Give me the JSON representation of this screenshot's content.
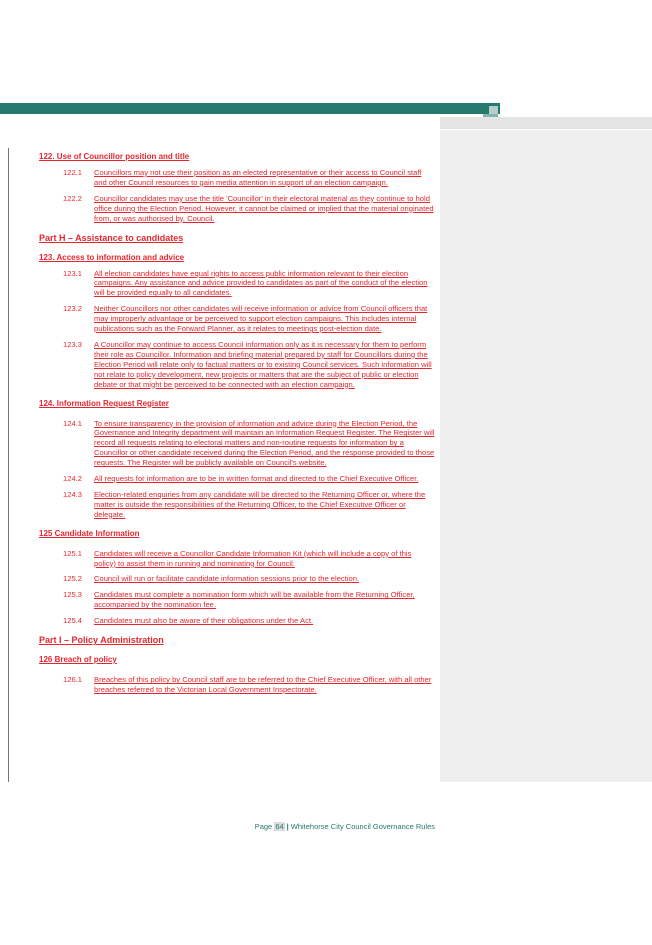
{
  "sections": {
    "s122": {
      "heading": "122.  Use of Councillor position and title",
      "c1": {
        "num": "122.1",
        "text": "Councillors may not use their position as an elected representative or their access to Council staff and other Council resources to gain media attention in support of an election campaign."
      },
      "c2": {
        "num": "122.2",
        "text": "Councillor candidates may use the title 'Councillor' in their electoral material as they continue to hold office during the Election Period. However, it cannot be claimed or implied that the material originated from, or was authorised by, Council."
      }
    },
    "partH": "Part H – Assistance to candidates",
    "s123": {
      "heading": "123.  Access to information and advice",
      "c1": {
        "num": "123.1",
        "text": "All election candidates have equal rights to access public information relevant to their election campaigns. Any assistance and advice provided to candidates as part of the conduct of the election will be provided equally to all candidates."
      },
      "c2": {
        "num": "123.2",
        "text": "Neither Councillors nor other candidates will receive information or advice from Council officers that may improperly advantage or be perceived to support election campaigns. This includes internal publications such as the Forward Planner, as it relates to meetings post-election date."
      },
      "c3": {
        "num": "123.3",
        "text": "A Councillor may continue to access Council information only as it is necessary for them to perform their role as Councillor. Information and briefing material prepared by staff for Councillors during the Election Period will relate only to factual matters or to existing Council services. Such information will not relate to policy development, new projects or matters that are the subject of public or election debate or that might be perceived to be connected with an election campaign."
      }
    },
    "s124": {
      "heading": "124.  Information Request Register",
      "c1": {
        "num": "124.1",
        "text": "To ensure transparency in the provision of information and advice during the Election Period, the Governance and Integrity department will maintain an Information Request Register. The Register will record all requests relating to electoral matters and non-routine requests for information by a Councillor or other candidate received during the Election Period, and the response provided to those requests. The Register will be publicly available on Council's website."
      },
      "c2": {
        "num": "124.2",
        "text": "All requests for information are to be in written format and directed to the Chief Executive Officer."
      },
      "c3": {
        "num": "124.3",
        "text": "Election-related enquiries from any candidate will be directed to the Returning Officer or, where the matter is outside the responsibilities of the Returning Officer, to the Chief Executive Officer or delegate."
      }
    },
    "s125": {
      "heading": "125   Candidate Information",
      "c1": {
        "num": "125.1",
        "text": "Candidates will receive a Councillor Candidate Information Kit (which will include a copy of this policy) to assist them in running and nominating for Council."
      },
      "c2": {
        "num": "125.2",
        "text": "Council will run or facilitate candidate information sessions prior to the election."
      },
      "c3": {
        "num": "125.3",
        "text": "Candidates must complete a nomination form which will be available from the Returning Officer, accompanied by the nomination fee."
      },
      "c4": {
        "num": "125.4",
        "text": "Candidates must also be aware of their obligations under the Act."
      }
    },
    "partI": "Part I – Policy Administration",
    "s126": {
      "heading": "126   Breach of policy",
      "c1": {
        "num": "126.1",
        "text": "Breaches of this policy by Council staff are to be referred to the Chief Executive Officer, with all other breaches referred to the Victorian Local Government Inspectorate."
      }
    }
  },
  "footer": {
    "page_prefix": "Page ",
    "page_number": "64",
    "separator": "|",
    "title": "Whitehorse City Council Governance Rules"
  }
}
